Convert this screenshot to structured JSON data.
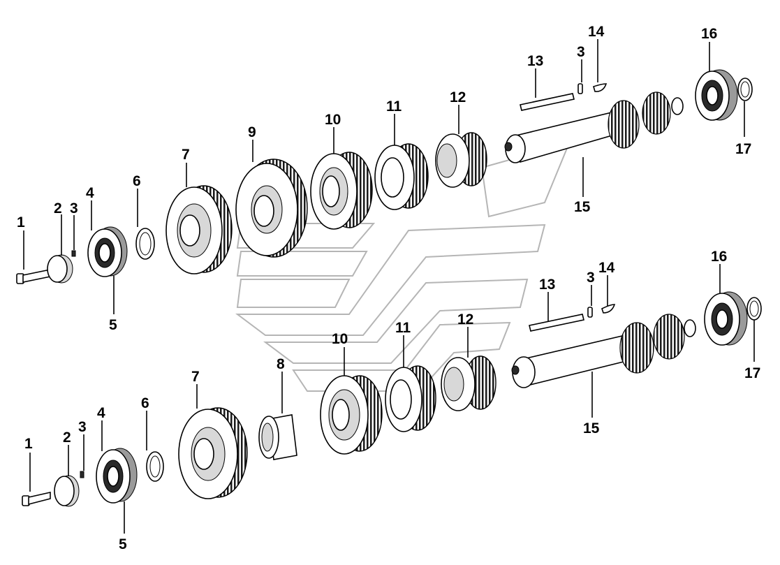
{
  "diagram": {
    "top_assembly": {
      "callouts": [
        "1",
        "2",
        "3",
        "4",
        "5",
        "6",
        "7",
        "9",
        "10",
        "11",
        "12",
        "13",
        "3",
        "14",
        "15",
        "16",
        "17"
      ]
    },
    "bottom_assembly": {
      "callouts": [
        "1",
        "2",
        "3",
        "4",
        "5",
        "6",
        "7",
        "8",
        "10",
        "11",
        "12",
        "13",
        "3",
        "14",
        "15",
        "16",
        "17"
      ]
    }
  }
}
